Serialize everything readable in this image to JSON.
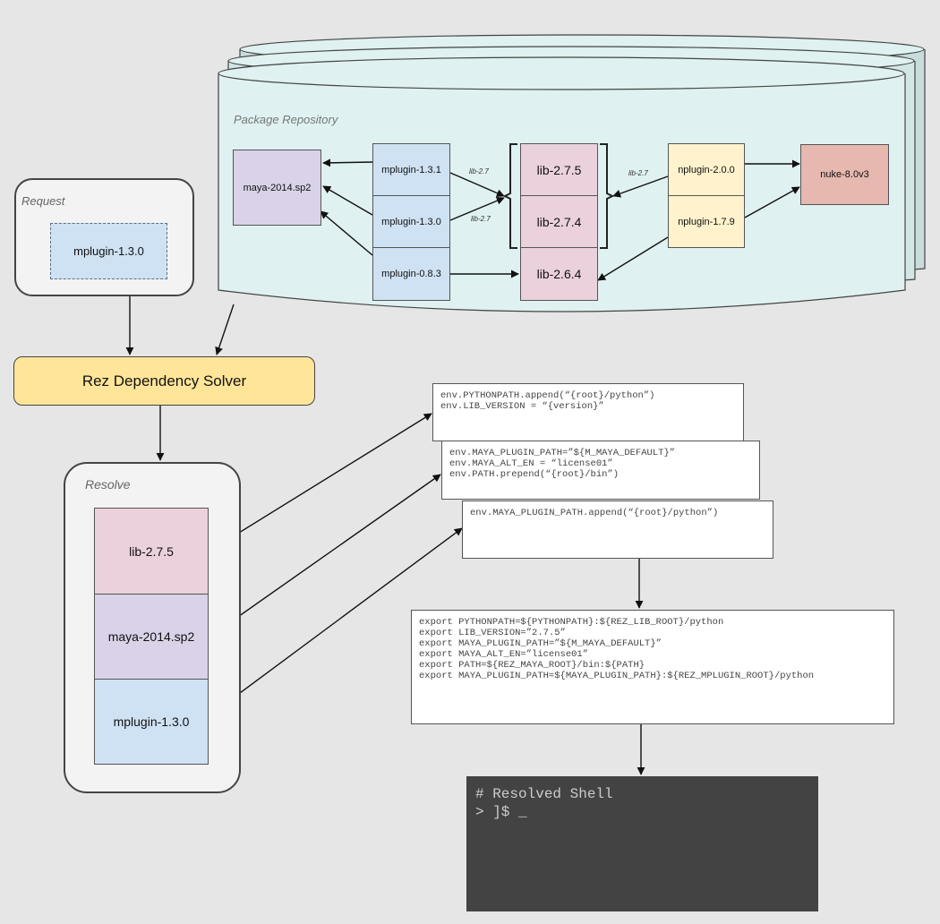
{
  "request": {
    "label": "Request",
    "package": "mplugin-1.3.0"
  },
  "solver": {
    "label": "Rez Dependency Solver"
  },
  "resolve": {
    "label": "Resolve",
    "packages": [
      {
        "name": "lib-2.7.5",
        "color": "#ead1dc"
      },
      {
        "name": "maya-2014.sp2",
        "color": "#d9d2e9"
      },
      {
        "name": "mplugin-1.3.0",
        "color": "#cfe2f3"
      }
    ]
  },
  "repository": {
    "label": "Package Repository",
    "colors": {
      "maya": "#d9d2e9",
      "mplugin": "#cfe2f3",
      "lib": "#ead1dc",
      "nplugin": "#fff2cc",
      "nuke": "#e6b8af",
      "cylinder": "#dff1f0"
    },
    "maya": "maya-2014.sp2",
    "mplugins": [
      "mplugin-1.3.1",
      "mplugin-1.3.0",
      "mplugin-0.8.3"
    ],
    "libs": [
      "lib-2.7.5",
      "lib-2.7.4",
      "lib-2.6.4"
    ],
    "nplugins": [
      "nplugin-2.0.0",
      "nplugin-1.7.9"
    ],
    "nuke": "nuke-8.0v3",
    "version_labels": {
      "mplugin_131": "lib-2.7",
      "mplugin_130": "lib-2.7",
      "nplugin_200": "lib-2.7"
    }
  },
  "code_blocks": {
    "lib": "env.PYTHONPATH.append(“{root}/python”)\nenv.LIB_VERSION = “{version}”",
    "maya": "env.MAYA_PLUGIN_PATH=”${M_MAYA_DEFAULT}”\nenv.MAYA_ALT_EN = “license01”\nenv.PATH.prepend(“{root}/bin”)",
    "mplugin": "env.MAYA_PLUGIN_PATH.append(“{root}/python”)",
    "exports": "export PYTHONPATH=${PYTHONPATH}:${REZ_LIB_ROOT}/python\nexport LIB_VERSION=”2.7.5”\nexport MAYA_PLUGIN_PATH=”${M_MAYA_DEFAULT}”\nexport MAYA_ALT_EN=”license01”\nexport PATH=${REZ_MAYA_ROOT}/bin:${PATH}\nexport MAYA_PLUGIN_PATH=${MAYA_PLUGIN_PATH}:${REZ_MPLUGIN_ROOT}/python"
  },
  "shell": {
    "text": "# Resolved Shell\n> ]$ _"
  }
}
